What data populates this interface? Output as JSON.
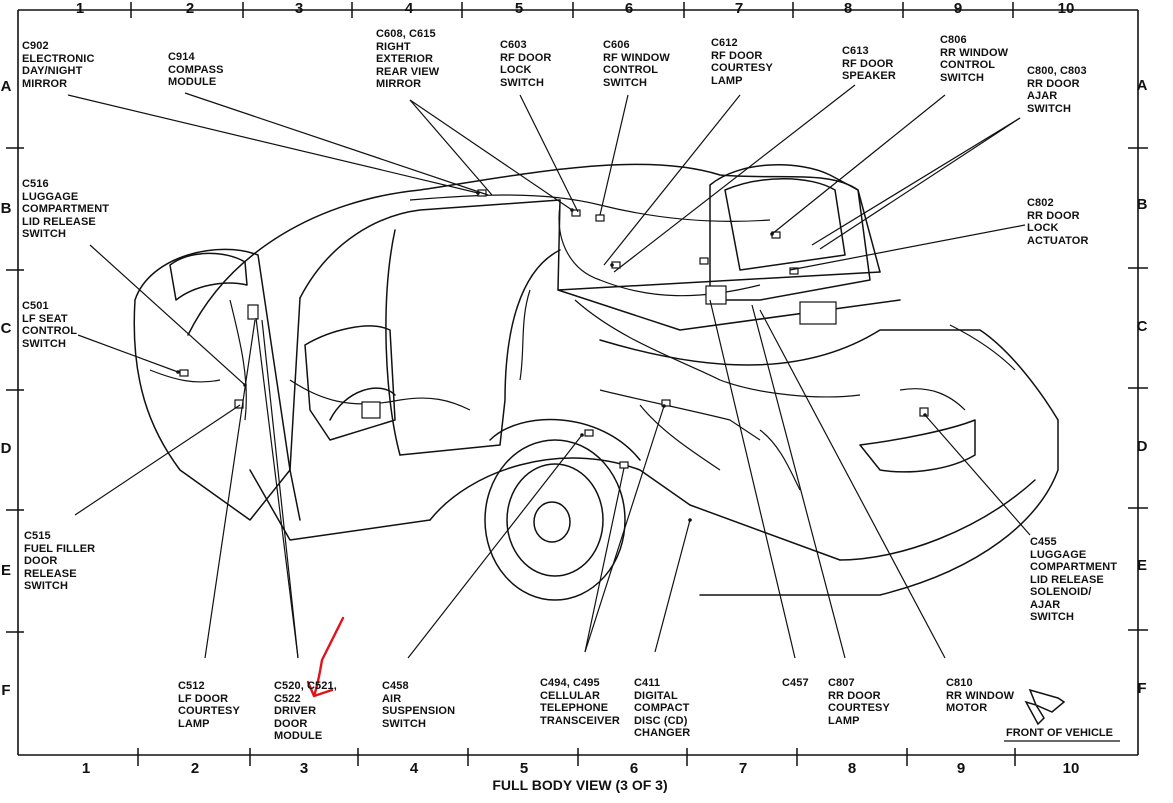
{
  "grid": {
    "columns": [
      "1",
      "2",
      "3",
      "4",
      "5",
      "6",
      "7",
      "8",
      "9",
      "10"
    ],
    "rows": [
      "A",
      "B",
      "C",
      "D",
      "E",
      "F"
    ]
  },
  "labels": {
    "c902": "C902\nELECTRONIC\nDAY/NIGHT\nMIRROR",
    "c914": "C914\nCOMPASS\nMODULE",
    "c608": "C608, C615\nRIGHT\nEXTERIOR\nREAR VIEW\nMIRROR",
    "c603": "C603\nRF DOOR\nLOCK\nSWITCH",
    "c606": "C606\nRF WINDOW\nCONTROL\nSWITCH",
    "c612": "C612\nRF DOOR\nCOURTESY\nLAMP",
    "c613": "C613\nRF DOOR\nSPEAKER",
    "c806": "C806\nRR WINDOW\nCONTROL\nSWITCH",
    "c800": "C800, C803\nRR DOOR\nAJAR\nSWITCH",
    "c516": "C516\nLUGGAGE\nCOMPARTMENT\nLID RELEASE\nSWITCH",
    "c802": "C802\nRR DOOR\nLOCK\nACTUATOR",
    "c501": "C501\nLF SEAT\nCONTROL\nSWITCH",
    "c515": "C515\nFUEL FILLER\nDOOR\nRELEASE\nSWITCH",
    "c455": "C455\nLUGGAGE\nCOMPARTMENT\nLID RELEASE\nSOLENOID/\nAJAR\nSWITCH",
    "c512": "C512\nLF DOOR\nCOURTESY\nLAMP",
    "c520": "C520, C521,\nC522\nDRIVER\nDOOR\nMODULE",
    "c458": "C458\nAIR\nSUSPENSION\nSWITCH",
    "c494": "C494, C495\nCELLULAR\nTELEPHONE\nTRANSCEIVER",
    "c411": "C411\nDIGITAL\nCOMPACT\nDISC (CD)\nCHANGER",
    "c457": "C457",
    "c807": "C807\nRR DOOR\nCOURTESY\nLAMP",
    "c810": "C810\nRR WINDOW\nMOTOR"
  },
  "front_label": "FRONT OF VEHICLE",
  "footer_title": "FULL BODY VIEW (3 OF 3)",
  "colors": {
    "ink": "#111111",
    "annotation": "#e0151b",
    "background": "#ffffff"
  },
  "icons": {
    "front_arrow": "arrow-icon",
    "annotation": "red-checkmark-annotation"
  }
}
